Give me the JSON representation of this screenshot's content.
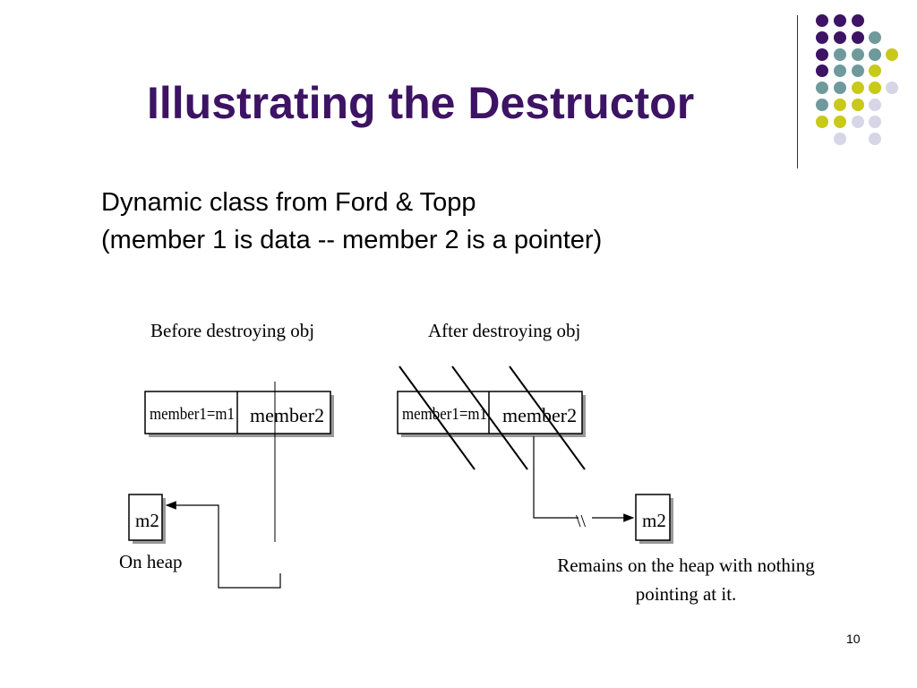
{
  "slide": {
    "title": "Illustrating the Destructor",
    "subtitle_line1": "Dynamic class from Ford & Topp",
    "subtitle_line2": "(member 1 is data -- member 2 is a pointer)",
    "page_number": "10"
  },
  "diagram": {
    "before": {
      "heading": "Before destroying obj",
      "member1": "member1=m1",
      "member2": "member2",
      "heap_box": "m2",
      "heap_label": "On heap"
    },
    "after": {
      "heading": "After destroying obj",
      "member1": "member1=m1",
      "member2": "member2",
      "break_mark": "\\\\",
      "heap_box": "m2",
      "caption_line1": "Remains on the heap with nothing",
      "caption_line2": "pointing at it."
    }
  },
  "colors": {
    "title": "#3d1364",
    "dot_purple": "#3d1364",
    "dot_teal": "#6f9a9c",
    "dot_yellow": "#c9c91a",
    "dot_lavender": "#d6d6e6"
  }
}
